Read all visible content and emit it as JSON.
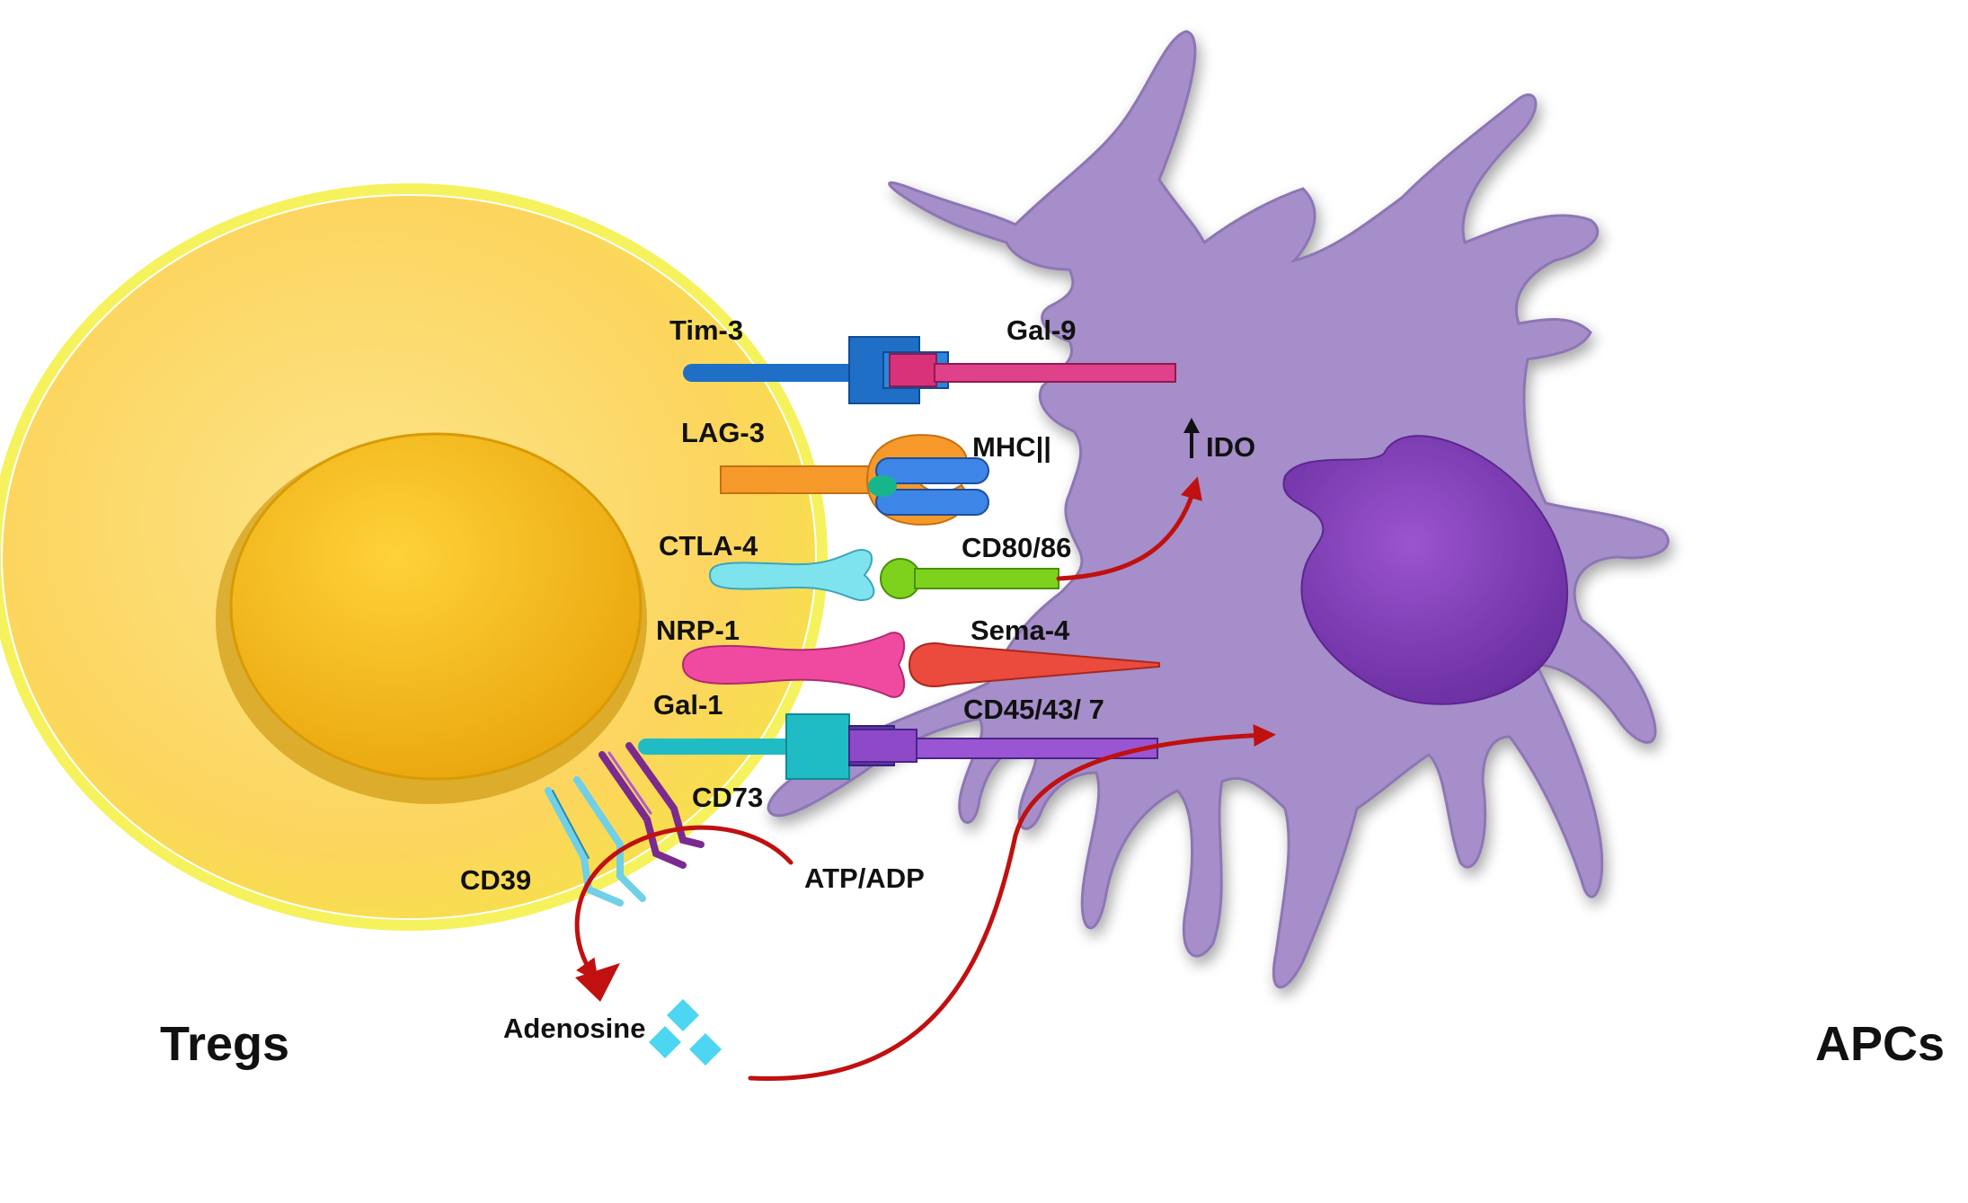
{
  "cells": {
    "left_label": "Tregs",
    "right_label": "APCs"
  },
  "pairs": {
    "tim3": "Tim-3",
    "gal9": "Gal-9",
    "lag3": "LAG-3",
    "mhc2": "MHC||",
    "ctla4": "CTLA-4",
    "cd8086": "CD80/86",
    "nrp1": "NRP-1",
    "sema4": "Sema-4",
    "gal1": "Gal-1",
    "cd45": "CD45/43/ 7"
  },
  "enzymes": {
    "cd73": "CD73",
    "cd39": "CD39",
    "atp_adp": "ATP/ADP",
    "adenosine": "Adenosine"
  },
  "effects": {
    "ido": "IDO"
  },
  "colors": {
    "treg_cell": "#fcd55e",
    "treg_nucleus": "#f4b614",
    "apc_cell": "#a58ec9",
    "apc_nucleus": "#7b3fb0",
    "arrow": "#c01010",
    "adenosine": "#4dd6f2"
  }
}
